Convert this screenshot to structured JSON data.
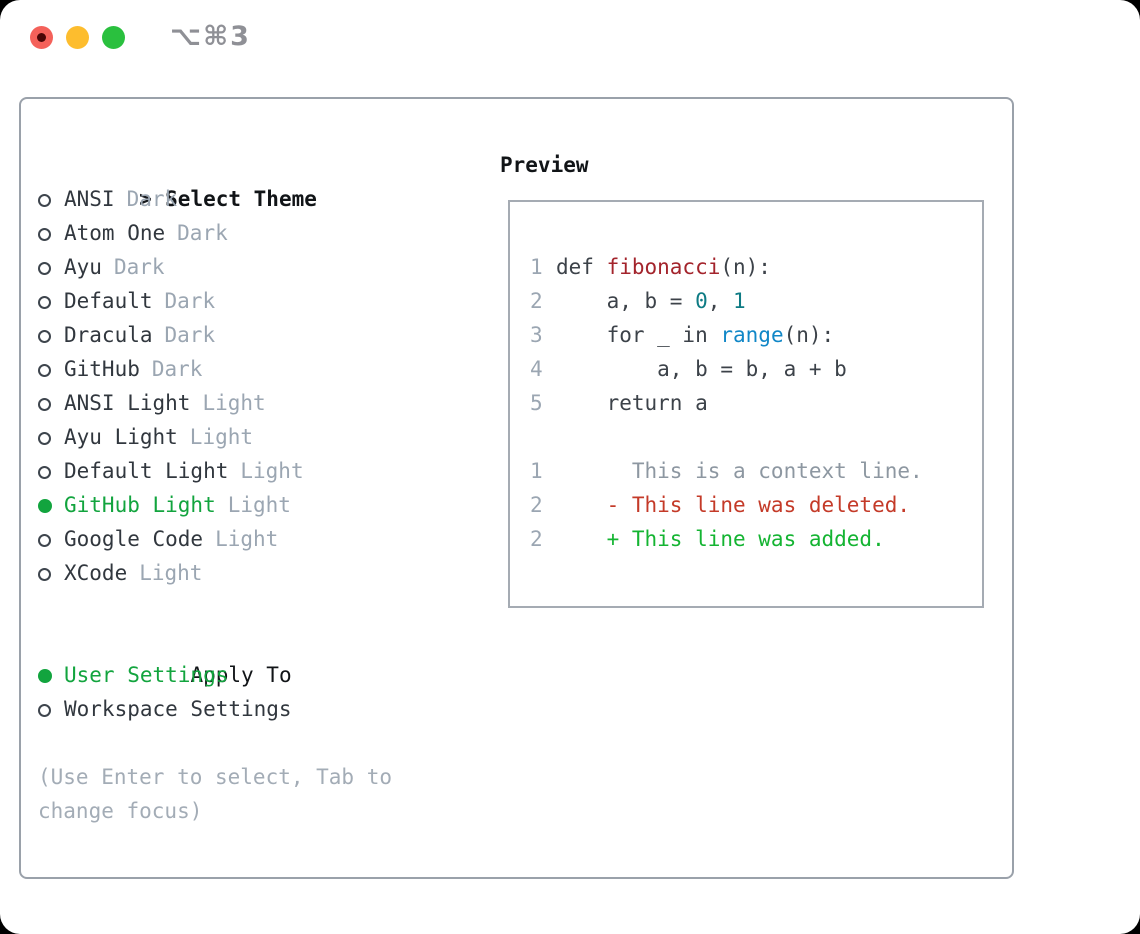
{
  "window": {
    "title": "⌥⌘3",
    "traffic_lights": [
      {
        "name": "close-button",
        "color": "#f4615a"
      },
      {
        "name": "minimize-button",
        "color": "#fdbd2e"
      },
      {
        "name": "zoom-button",
        "color": "#2ac03e"
      }
    ]
  },
  "theme_panel": {
    "header": {
      "prompt": ">",
      "label": "Select Theme"
    },
    "items": [
      {
        "id": "ansi-dark",
        "name": "ANSI",
        "variant": "Dark",
        "selected": false
      },
      {
        "id": "atom-one-dark",
        "name": "Atom One",
        "variant": "Dark",
        "selected": false
      },
      {
        "id": "ayu-dark",
        "name": "Ayu",
        "variant": "Dark",
        "selected": false
      },
      {
        "id": "default-dark",
        "name": "Default",
        "variant": "Dark",
        "selected": false
      },
      {
        "id": "dracula-dark",
        "name": "Dracula",
        "variant": "Dark",
        "selected": false
      },
      {
        "id": "github-dark",
        "name": "GitHub",
        "variant": "Dark",
        "selected": false
      },
      {
        "id": "ansi-light",
        "name": "ANSI Light",
        "variant": "Light",
        "selected": false
      },
      {
        "id": "ayu-light",
        "name": "Ayu Light",
        "variant": "Light",
        "selected": false
      },
      {
        "id": "default-light",
        "name": "Default Light",
        "variant": "Light",
        "selected": false
      },
      {
        "id": "github-light",
        "name": "GitHub Light",
        "variant": "Light",
        "selected": true
      },
      {
        "id": "google-code",
        "name": "Google Code",
        "variant": "Light",
        "selected": false
      },
      {
        "id": "xcode",
        "name": "XCode",
        "variant": "Light",
        "selected": false
      }
    ],
    "apply_to": {
      "label": "Apply To",
      "options": [
        {
          "id": "user-settings",
          "label": "User Settings",
          "selected": true
        },
        {
          "id": "workspace-settings",
          "label": "Workspace Settings",
          "selected": false
        }
      ]
    },
    "hint": "(Use Enter to select, Tab to change focus)"
  },
  "preview": {
    "label": "Preview",
    "code_lines": [
      {
        "num": "1",
        "segs": [
          {
            "t": "def ",
            "c": "plain"
          },
          {
            "t": "fibonacci",
            "c": "func"
          },
          {
            "t": "(n):",
            "c": "plain"
          }
        ]
      },
      {
        "num": "2",
        "segs": [
          {
            "t": "    a, b = ",
            "c": "plain"
          },
          {
            "t": "0",
            "c": "num"
          },
          {
            "t": ", ",
            "c": "plain"
          },
          {
            "t": "1",
            "c": "num"
          }
        ]
      },
      {
        "num": "3",
        "segs": [
          {
            "t": "    for _ in ",
            "c": "plain"
          },
          {
            "t": "range",
            "c": "call"
          },
          {
            "t": "(n):",
            "c": "plain"
          }
        ]
      },
      {
        "num": "4",
        "segs": [
          {
            "t": "        a, b = b, a + b",
            "c": "plain"
          }
        ]
      },
      {
        "num": "5",
        "segs": [
          {
            "t": "    return a",
            "c": "plain"
          }
        ]
      }
    ],
    "diff_lines": [
      {
        "num": "1",
        "segs": [
          {
            "t": "      This is a context line.",
            "c": "ctx"
          }
        ]
      },
      {
        "num": "2",
        "segs": [
          {
            "t": "    - This line was deleted.",
            "c": "del"
          }
        ]
      },
      {
        "num": "2",
        "segs": [
          {
            "t": "    + This line was added.",
            "c": "add"
          }
        ]
      }
    ]
  },
  "colors": {
    "plain": "#3c4249",
    "func": "#a3242c",
    "num": "#0e7b84",
    "call": "#1187c7",
    "ctx": "#8d97a1",
    "del": "#c43a28",
    "add": "#14b432",
    "line_number": "#9ba6b2",
    "selected_green": "#12a43e",
    "radio_ring": "#3e454d",
    "name_text": "#31373e",
    "variant_text": "#9ba6b2",
    "hint_text": "#a3acb6"
  }
}
